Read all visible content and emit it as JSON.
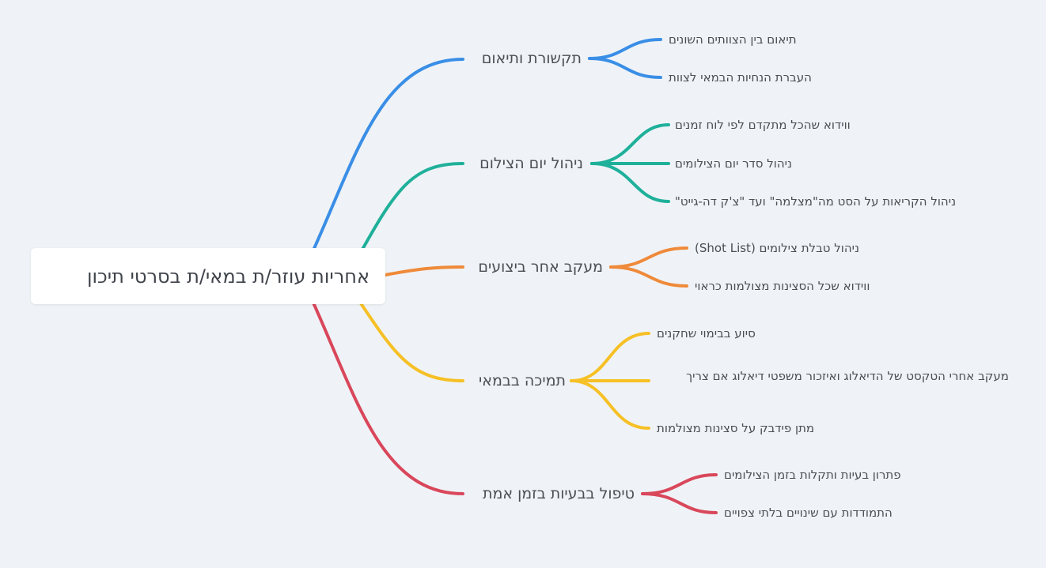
{
  "root": {
    "label": "אחריות עוזר/ת במאי/ת בסרטי תיכון"
  },
  "branches": [
    {
      "label": "תקשורת ותיאום",
      "color": "#3a8ee6",
      "children": [
        "תיאום בין הצוותים השונים",
        "העברת הנחיות הבמאי לצוות"
      ]
    },
    {
      "label": "ניהול יום הצילום",
      "color": "#1fb09a",
      "children": [
        "ווידוא שהכל מתקדם לפי לוח זמנים",
        "ניהול סדר יום הצילומים",
        "ניהול הקריאות על הסט מה\"מצלמה\" ועד \"צ'ק דה-גייט\""
      ]
    },
    {
      "label": "מעקב אחר ביצועים",
      "color": "#ef8a3a",
      "children": [
        "ניהול טבלת צילומים (Shot List)",
        "ווידוא שכל הסצינות מצולמות כראוי"
      ]
    },
    {
      "label": "תמיכה בבמאי",
      "color": "#f6c026",
      "children": [
        "סיוע בבימוי שחקנים",
        "מעקב אחרי הטקסט של הדיאלוג ואיזכור משפטי דיאלוג אם צריך",
        "מתן פידבק על סצינות מצולמות"
      ]
    },
    {
      "label": "טיפול בבעיות בזמן אמת",
      "color": "#d9475b",
      "children": [
        "פתרון בעיות ותקלות בזמן הצילומים",
        "התמודדות עם שינויים בלתי צפויים"
      ]
    }
  ]
}
